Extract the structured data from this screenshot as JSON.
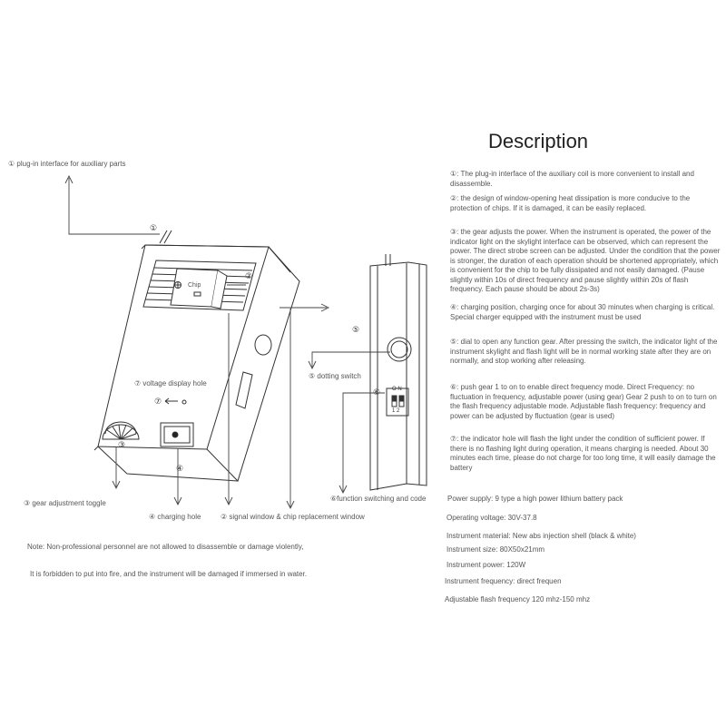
{
  "title": "Description",
  "callouts": {
    "plug_in": "① plug-in interface for auxiliary parts",
    "n1": "①",
    "n2": "②",
    "chip": "Chip",
    "voltage_hole": "⑦ voltage display hole",
    "n7": "⑦",
    "n3": "③",
    "n4": "④",
    "n5": "⑤",
    "n6": "⑥",
    "dotting_switch": "⑤ dotting switch",
    "gear_toggle": "③ gear adjustment toggle",
    "charging_hole": "④ charging hole",
    "signal_window": "② signal window & chip replacement window",
    "function_switch": "⑥function switching and code",
    "sw_on": "O N",
    "sw_12": "1 2"
  },
  "descriptions": [
    "①: The plug-in interface of the auxiliary coil is more convenient to install and disassemble.",
    "②: the design of window-opening heat dissipation is more conducive to the protection of chips. If it is damaged, it can be easily replaced.",
    "③: the gear adjusts the power. When the instrument is operated, the power of the indicator light on the skylight interface can be observed, which can represent the power. The direct strobe screen can be adjusted. Under the condition that the power is stronger, the duration of each operation should be shortened appropriately, which is convenient for the chip to be fully dissipated and not easily damaged. (Pause slightly within 10s of direct frequency and pause slightly within 20s of flash frequency. Each pause should be about 2s-3s)",
    "④:   charging position, charging once for about 30 minutes when charging is critical. Special charger equipped with the instrument must be used",
    "⑤: dial to open any function gear. After pressing the switch, the indicator light of the instrument skylight and flash light will be in normal working state after they are on normally, and stop working after releasing.",
    "⑥: push gear 1 to on to enable direct frequency mode. Direct Frequency: no fluctuation in frequency, adjustable power (using gear) Gear 2 push to on to turn on the flash frequency adjustable mode. Adjustable flash frequency: frequency and power can be adjusted by fluctuation (gear is used)",
    "⑦: the indicator hole will flash the light under the condition of sufficient power. If there is no flashing light during operation, it means charging is needed. About 30 minutes each time, please do not charge for too long time, it will easily damage the battery"
  ],
  "specs": [
    "Power supply: 9 type a high power lithium battery pack",
    "Operating voltage: 30V-37.8",
    "Instrument material: New abs injection shell (black & white)",
    "Instrument size: 80X50x21mm",
    "Instrument power: 120W",
    "Instrument frequency: direct frequen",
    "Adjustable flash frequency 120 mhz-150 mhz"
  ],
  "notes": [
    "Note: Non-professional personnel are not allowed to disassemble or damage violently,",
    "It is forbidden to put into fire, and the instrument will be damaged if immersed in water."
  ]
}
